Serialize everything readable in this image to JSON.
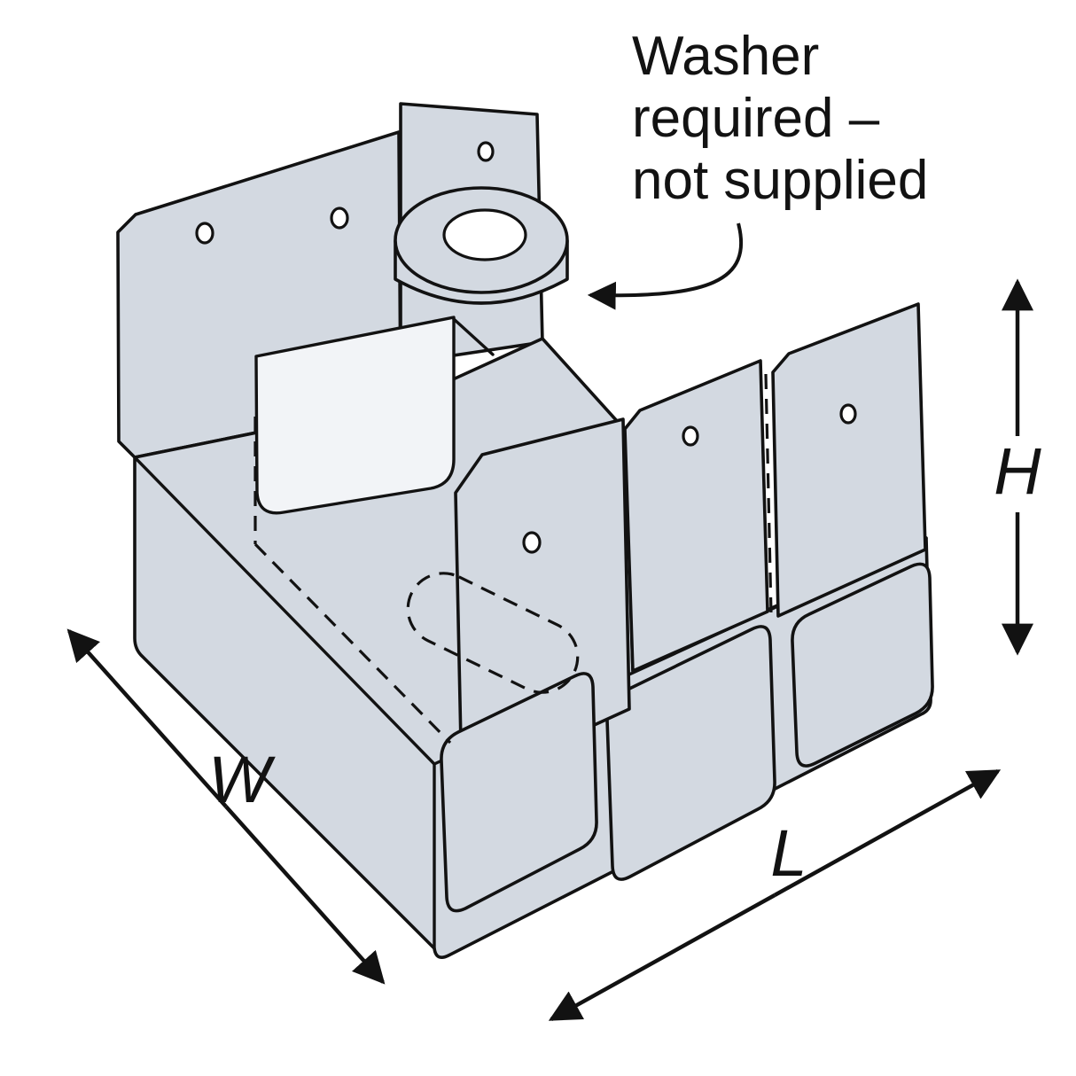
{
  "diagram": {
    "annotation": {
      "line1": "Washer",
      "line2": "required –",
      "line3": "not supplied"
    },
    "dimension_labels": {
      "width": "W",
      "length": "L",
      "height": "H"
    },
    "colors": {
      "background": "#ffffff",
      "line": "#121212",
      "metal_fill": "#d3d9e1",
      "metal_inner_fill": "#f2f4f7",
      "hole_fill": "#ffffff"
    }
  }
}
